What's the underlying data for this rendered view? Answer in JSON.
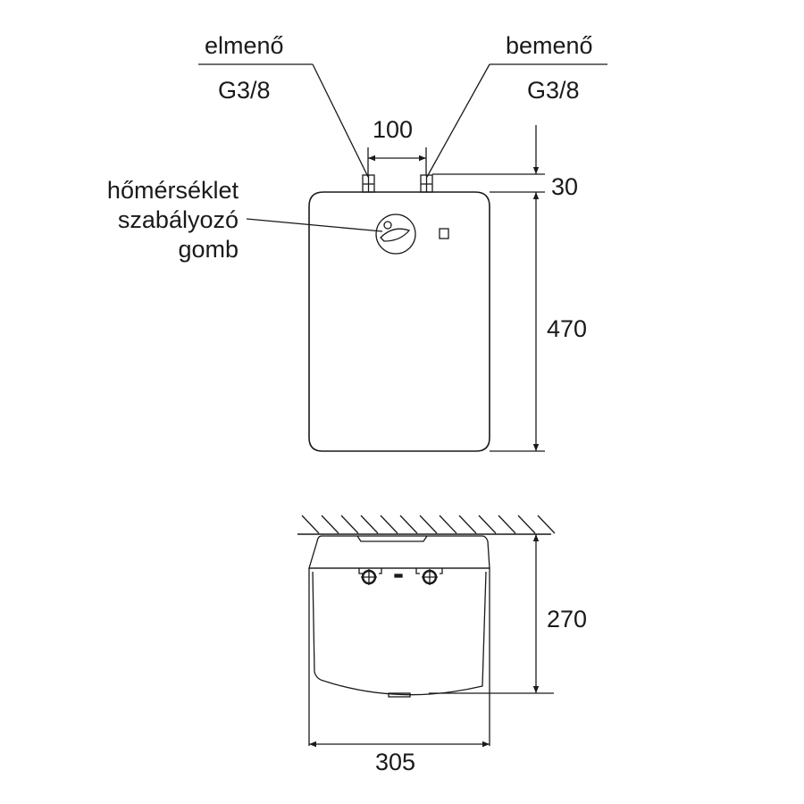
{
  "labels": {
    "outlet": "elmenő",
    "outlet_thread": "G3/8",
    "inlet": "bemenő",
    "inlet_thread": "G3/8",
    "knob_line1": "hőmérséklet",
    "knob_line2": "szabályozó",
    "knob_line3": "gomb"
  },
  "dimensions": {
    "pipe_spacing": "100",
    "connector_height": "30",
    "body_height": "470",
    "depth": "270",
    "width": "305"
  },
  "colors": {
    "line": "#1a1a1a"
  }
}
